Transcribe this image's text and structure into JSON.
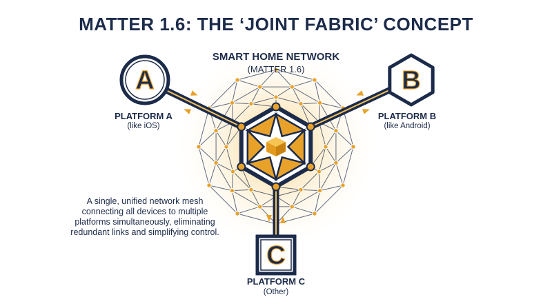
{
  "title": "MATTER 1.6: THE ‘JOINT FABRIC’ CONCEPT",
  "network": {
    "title": "SMART HOME NETWORK",
    "subtitle": "(MATTER 1.6)"
  },
  "platforms": [
    {
      "letter": "A",
      "label": "PLATFORM A",
      "sub": "(like iOS)",
      "shape": "circle"
    },
    {
      "letter": "B",
      "label": "PLATFORM B",
      "sub": "(like Android)",
      "shape": "hexagon"
    },
    {
      "letter": "C",
      "label": "PLATFORM C",
      "sub": "(Other)",
      "shape": "square"
    }
  ],
  "description": "A single, unified network mesh connecting all devices to multiple platforms simultaneously, eliminating redundant links and simplifying control.",
  "colors": {
    "navy": "#1c2b4a",
    "gold": "#e8a22a",
    "gold_light": "#f3c25a",
    "mesh_line": "#2c3957"
  }
}
